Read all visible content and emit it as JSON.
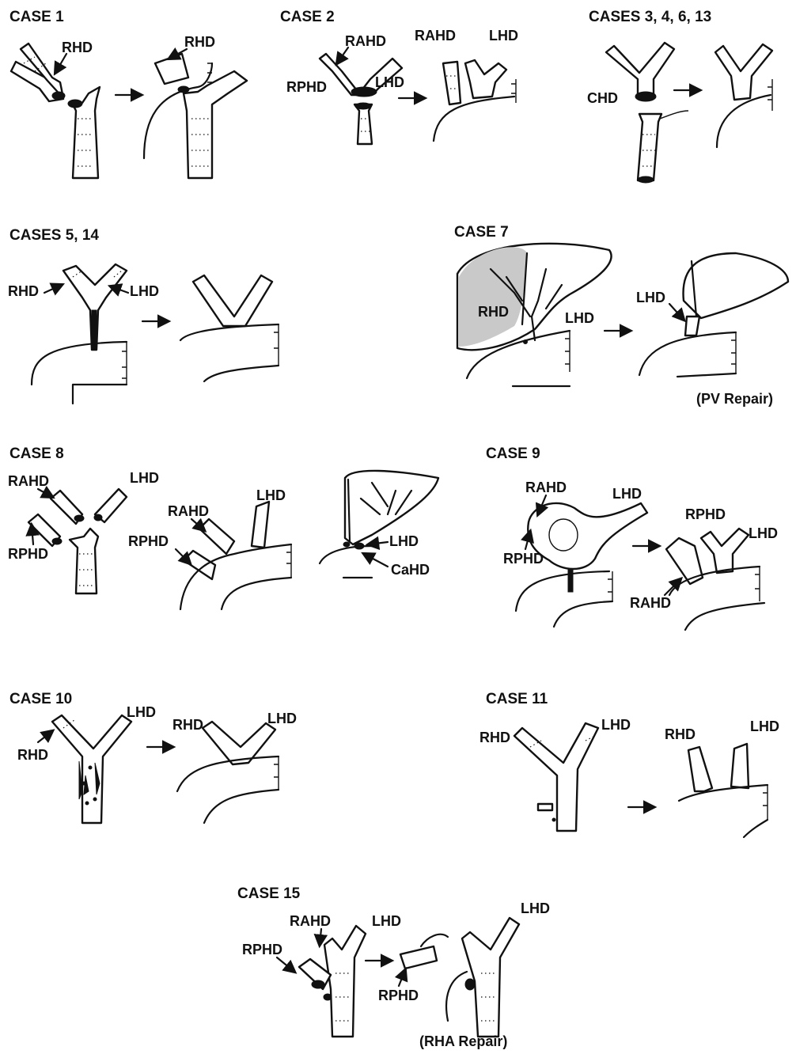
{
  "panels": [
    {
      "title": "CASE 1",
      "labels": [
        "RHD",
        "RHD"
      ]
    },
    {
      "title": "CASE 2",
      "labels": [
        "RAHD",
        "RPHD",
        "LHD",
        "RAHD",
        "LHD"
      ]
    },
    {
      "title": "CASES 3, 4, 6, 13",
      "labels": [
        "CHD"
      ]
    },
    {
      "title": "CASES 5, 14",
      "labels": [
        "RHD",
        "LHD"
      ]
    },
    {
      "title": "CASE 7",
      "labels": [
        "RHD",
        "LHD",
        "LHD"
      ],
      "note": "(PV Repair)"
    },
    {
      "title": "CASE 8",
      "labels": [
        "RAHD",
        "LHD",
        "RPHD",
        "RAHD",
        "LHD",
        "RPHD",
        "LHD",
        "CaHD"
      ]
    },
    {
      "title": "CASE 9",
      "labels": [
        "RAHD",
        "LHD",
        "RPHD",
        "RPHD",
        "LHD",
        "RAHD"
      ]
    },
    {
      "title": "CASE 10",
      "labels": [
        "LHD",
        "RHD",
        "RHD",
        "LHD"
      ]
    },
    {
      "title": "CASE 11",
      "labels": [
        "RHD",
        "LHD",
        "RHD",
        "LHD"
      ]
    },
    {
      "title": "CASE 15",
      "labels": [
        "RAHD",
        "LHD",
        "RPHD",
        "RPHD",
        "LHD"
      ],
      "note": "(RHA Repair)"
    }
  ]
}
